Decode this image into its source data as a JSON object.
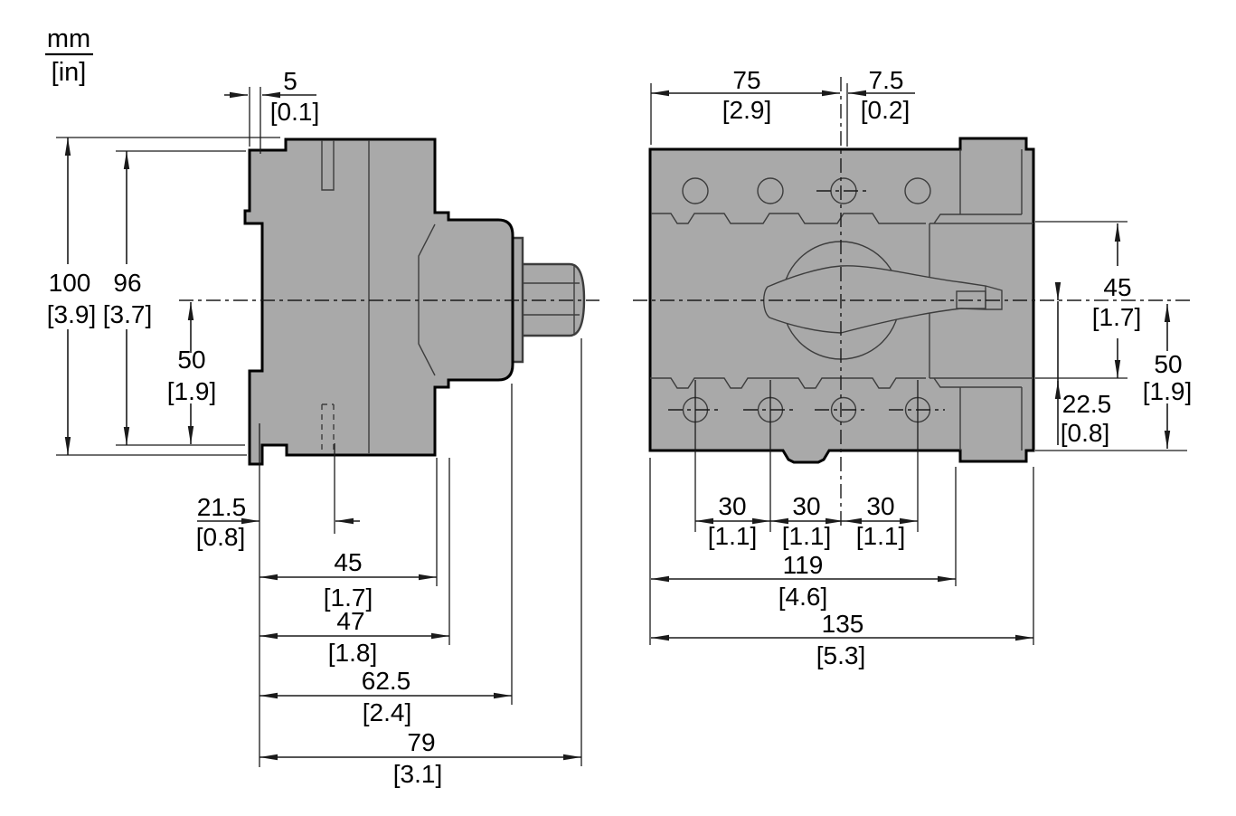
{
  "legend": {
    "mm": "mm",
    "in": "[in]"
  },
  "side": {
    "d5": {
      "mm": "5",
      "in": "[0.1]"
    },
    "d100": {
      "mm": "100",
      "in": "[3.9]"
    },
    "d96": {
      "mm": "96",
      "in": "[3.7]"
    },
    "d50": {
      "mm": "50",
      "in": "[1.9]"
    },
    "d21_5": {
      "mm": "21.5",
      "in": "[0.8]"
    },
    "d45": {
      "mm": "45",
      "in": "[1.7]"
    },
    "d47": {
      "mm": "47",
      "in": "[1.8]"
    },
    "d62_5": {
      "mm": "62.5",
      "in": "[2.4]"
    },
    "d79": {
      "mm": "79",
      "in": "[3.1]"
    }
  },
  "front": {
    "d75": {
      "mm": "75",
      "in": "[2.9]"
    },
    "d7_5": {
      "mm": "7.5",
      "in": "[0.2]"
    },
    "d45": {
      "mm": "45",
      "in": "[1.7]"
    },
    "d50": {
      "mm": "50",
      "in": "[1.9]"
    },
    "d22_5": {
      "mm": "22.5",
      "in": "[0.8]"
    },
    "d30_1": {
      "mm": "30",
      "in": "[1.1]"
    },
    "d30_2": {
      "mm": "30",
      "in": "[1.1]"
    },
    "d30_3": {
      "mm": "30",
      "in": "[1.1]"
    },
    "d119": {
      "mm": "119",
      "in": "[4.6]"
    },
    "d135": {
      "mm": "135",
      "in": "[5.3]"
    }
  },
  "colors": {
    "body_fill": "#a9a9a9",
    "outline": "#000000",
    "detail_line": "#3d3d3d",
    "dimension_line": "#1a1a1a",
    "background": "#ffffff"
  }
}
